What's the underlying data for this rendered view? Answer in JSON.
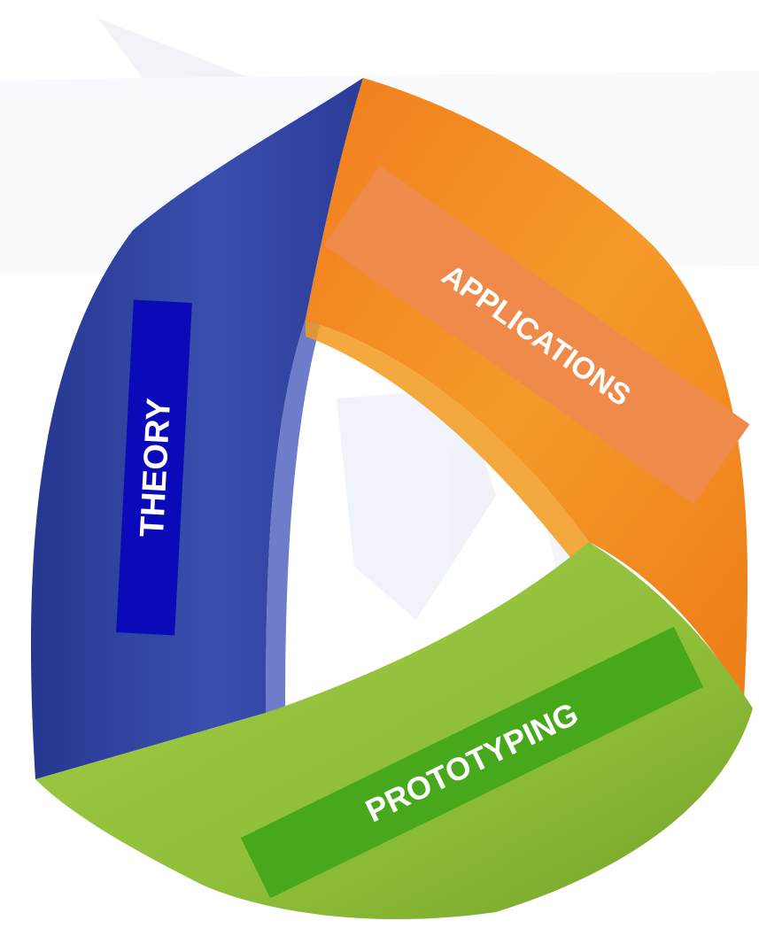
{
  "title": "",
  "segments": [
    {
      "label": "THEORY",
      "color": "#2e3f9e",
      "label_bg": "#0a0ab8"
    },
    {
      "label": "APPLICATIONS",
      "color": "#f28a1f",
      "label_bg": "#f08a4a"
    },
    {
      "label": "PROTOTYPING",
      "color": "#8cbd3a",
      "label_bg": "#48a81c"
    }
  ],
  "background": {
    "watermark_color": "#dfe6f2"
  }
}
